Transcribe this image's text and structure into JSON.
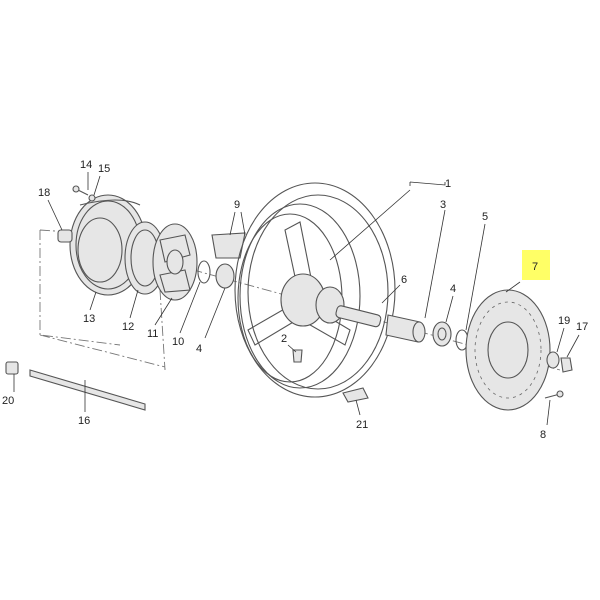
{
  "diagram": {
    "callouts": {
      "c1": "1",
      "c2": "2",
      "c3": "3",
      "c4a": "4",
      "c4b": "4",
      "c5": "5",
      "c6": "6",
      "c7": "7",
      "c8": "8",
      "c9": "9",
      "c10": "10",
      "c11": "11",
      "c12": "12",
      "c13": "13",
      "c14": "14",
      "c15": "15",
      "c16": "16",
      "c17": "17",
      "c18": "18",
      "c19": "19",
      "c20": "20",
      "c21": "21"
    },
    "highlight_color": "#ffff66"
  }
}
